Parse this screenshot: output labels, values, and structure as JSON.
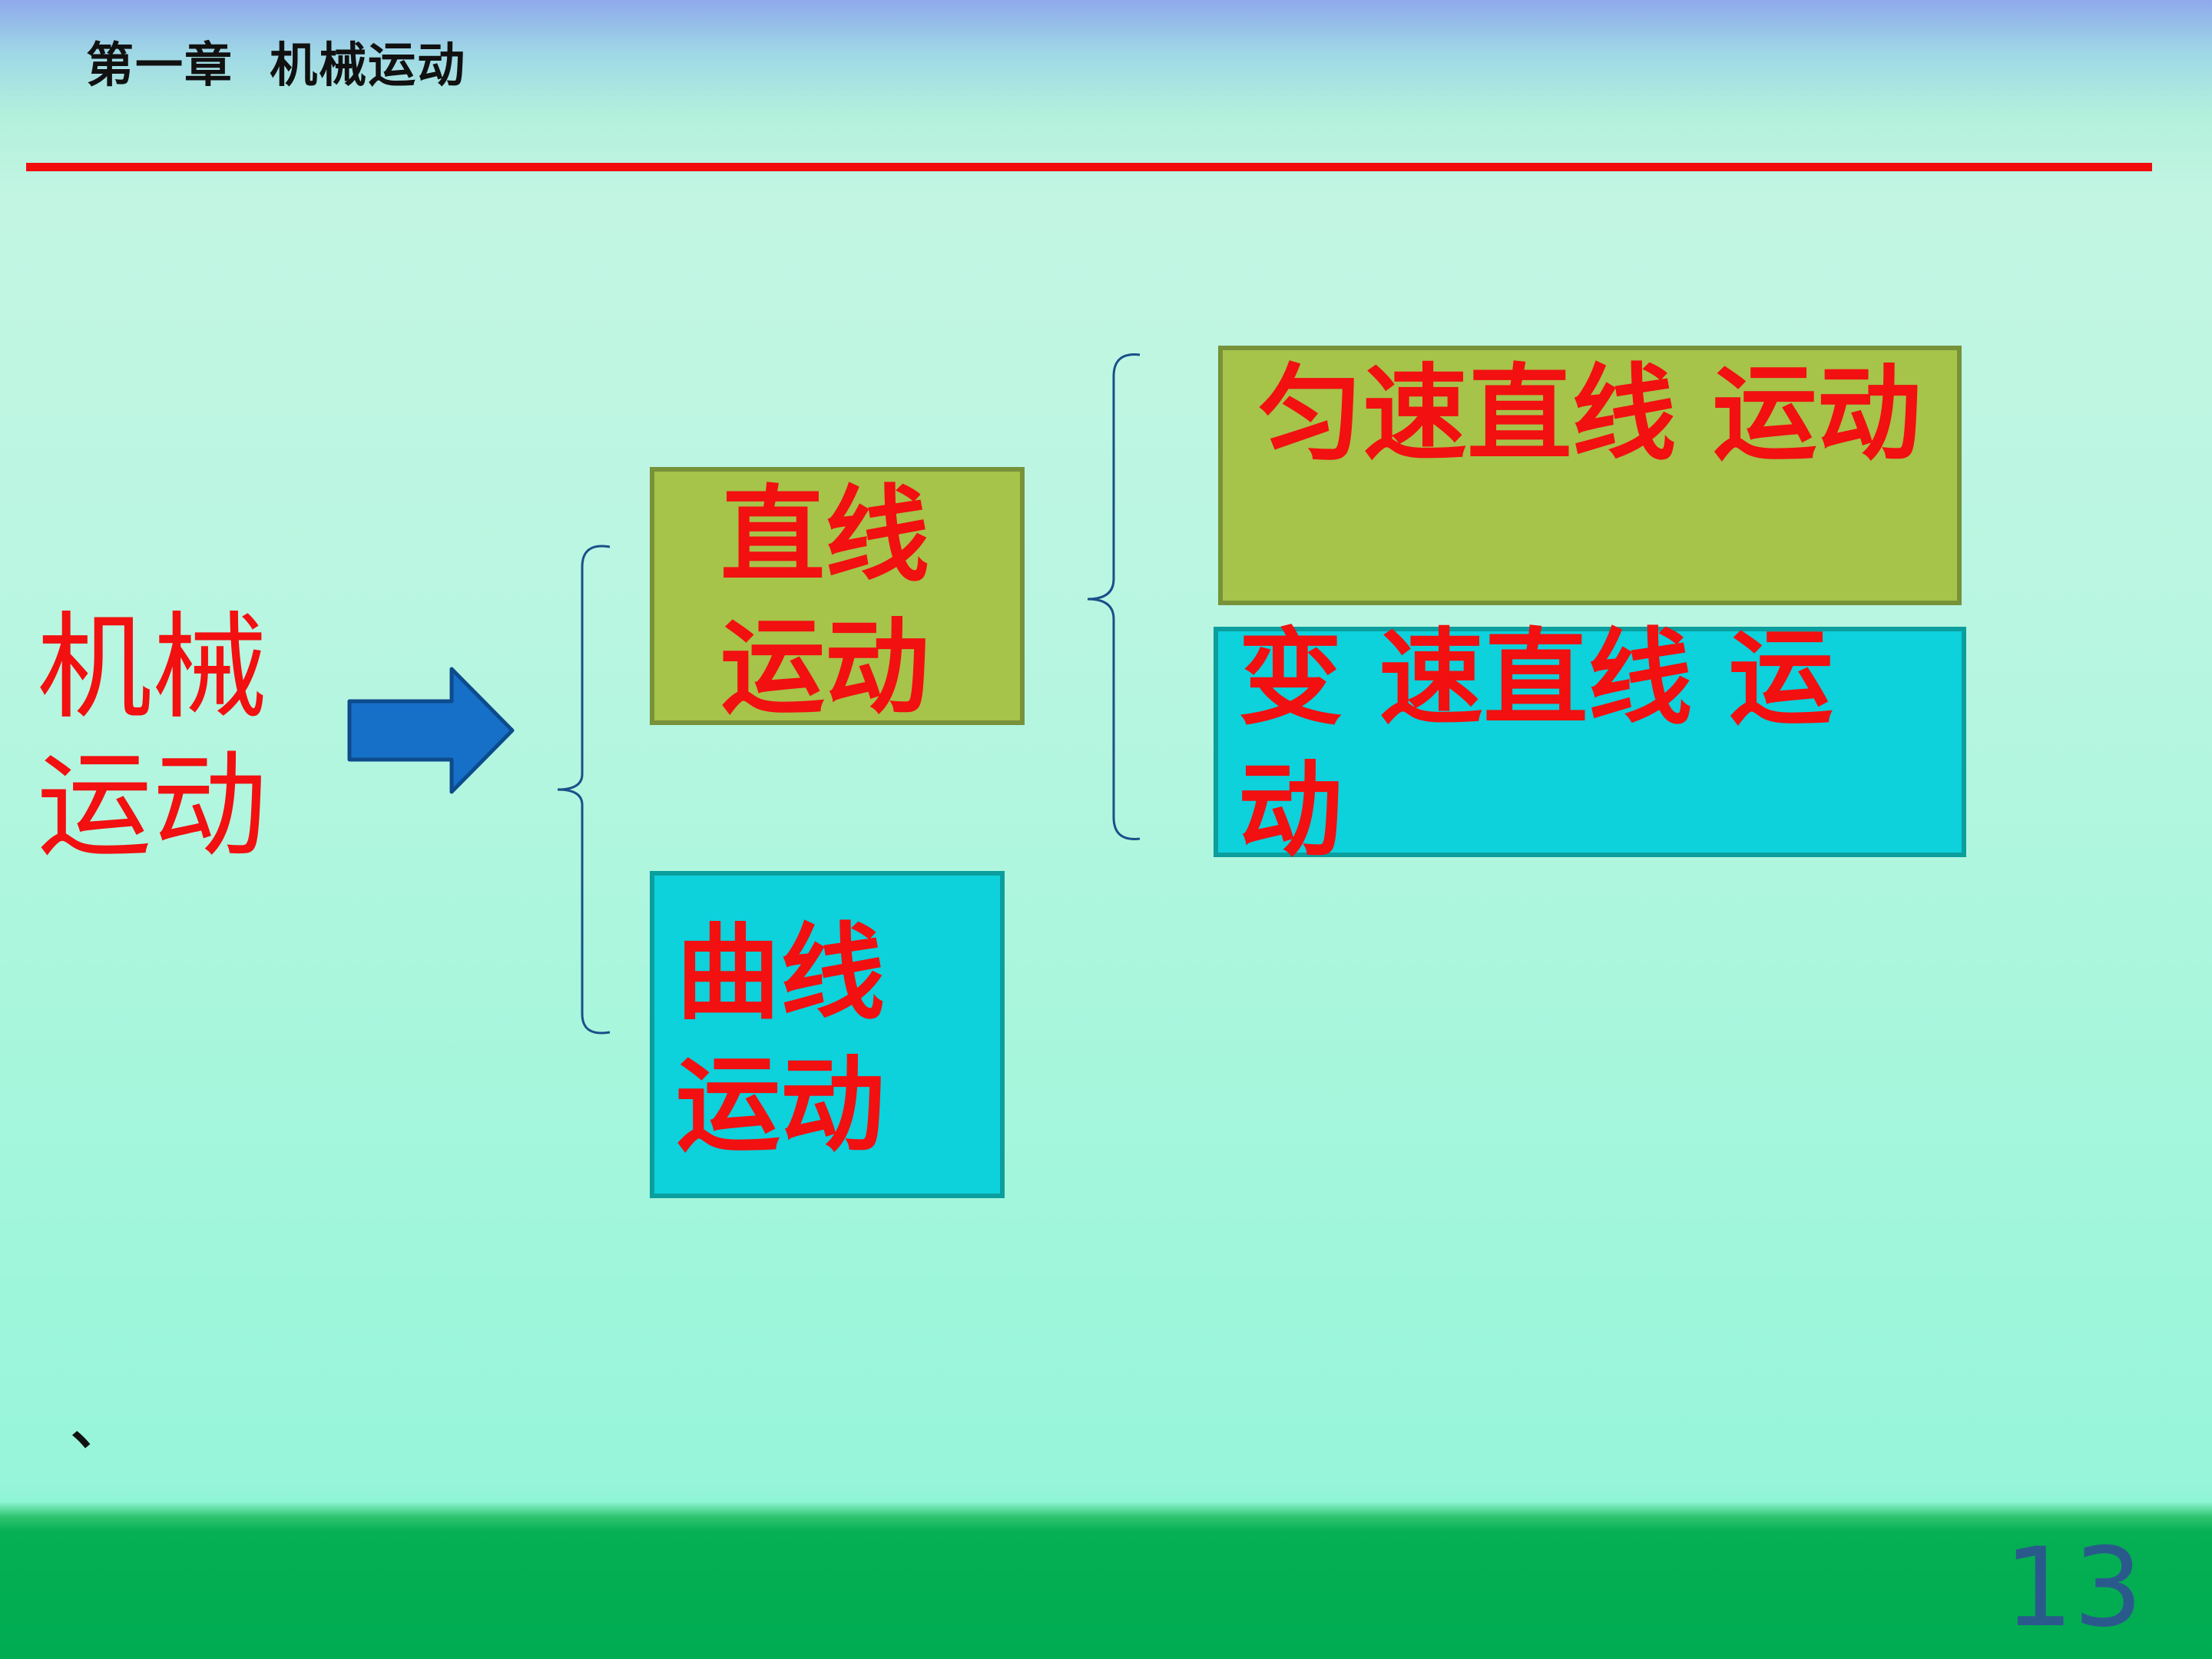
{
  "header": {
    "chapter_title": "第一章  机械运动"
  },
  "diagram": {
    "root": "机械运动",
    "straight": "直线运动",
    "curve": "曲线运动",
    "uniform": "匀速直线 运动",
    "variable": "变 速直线 运动"
  },
  "footer": {
    "mark": "、",
    "page_number": "13"
  },
  "colors": {
    "red_text": "#f21010",
    "olive_box": "#a6c34a",
    "cyan_box": "#0dd1db",
    "arrow": "#1670c8",
    "footer_band": "#00ac52"
  }
}
